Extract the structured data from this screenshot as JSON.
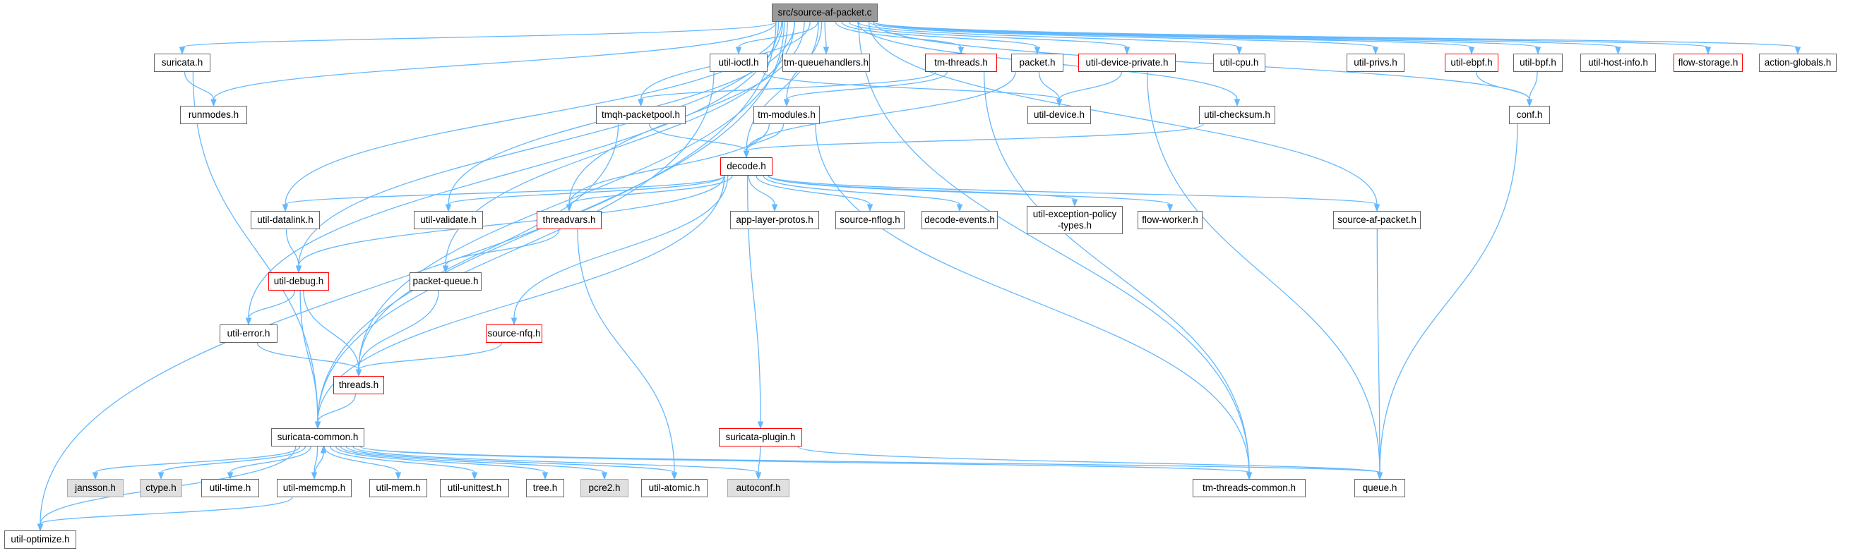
{
  "diagram": {
    "colors": {
      "edge": "#63b8ff",
      "highlight_border": "#ff0000",
      "external_fill": "#e0e0e0",
      "root_fill": "#999999"
    },
    "nodes": [
      {
        "id": "root",
        "label": "src/source-af-packet.c",
        "style": "root"
      },
      {
        "id": "suricata_h",
        "label": "suricata.h",
        "style": "normal"
      },
      {
        "id": "runmodes_h",
        "label": "runmodes.h",
        "style": "normal"
      },
      {
        "id": "util_ioctl_h",
        "label": "util-ioctl.h",
        "style": "normal"
      },
      {
        "id": "tm_queuehandlers_h",
        "label": "tm-queuehandlers.h",
        "style": "normal"
      },
      {
        "id": "tm_threads_h",
        "label": "tm-threads.h",
        "style": "red"
      },
      {
        "id": "packet_h",
        "label": "packet.h",
        "style": "normal"
      },
      {
        "id": "util_device_private_h",
        "label": "util-device-private.h",
        "style": "red"
      },
      {
        "id": "util_cpu_h",
        "label": "util-cpu.h",
        "style": "normal"
      },
      {
        "id": "util_privs_h",
        "label": "util-privs.h",
        "style": "normal"
      },
      {
        "id": "util_ebpf_h",
        "label": "util-ebpf.h",
        "style": "red"
      },
      {
        "id": "util_bpf_h",
        "label": "util-bpf.h",
        "style": "normal"
      },
      {
        "id": "util_host_info_h",
        "label": "util-host-info.h",
        "style": "normal"
      },
      {
        "id": "flow_storage_h",
        "label": "flow-storage.h",
        "style": "red"
      },
      {
        "id": "action_globals_h",
        "label": "action-globals.h",
        "style": "normal"
      },
      {
        "id": "tmqh_packetpool_h",
        "label": "tmqh-packetpool.h",
        "style": "normal"
      },
      {
        "id": "tm_modules_h",
        "label": "tm-modules.h",
        "style": "normal"
      },
      {
        "id": "util_device_h",
        "label": "util-device.h",
        "style": "normal"
      },
      {
        "id": "util_checksum_h",
        "label": "util-checksum.h",
        "style": "normal"
      },
      {
        "id": "conf_h",
        "label": "conf.h",
        "style": "normal"
      },
      {
        "id": "decode_h",
        "label": "decode.h",
        "style": "red"
      },
      {
        "id": "util_datalink_h",
        "label": "util-datalink.h",
        "style": "normal"
      },
      {
        "id": "util_validate_h",
        "label": "util-validate.h",
        "style": "normal"
      },
      {
        "id": "threadvars_h",
        "label": "threadvars.h",
        "style": "red"
      },
      {
        "id": "app_layer_protos_h",
        "label": "app-layer-protos.h",
        "style": "normal"
      },
      {
        "id": "source_nflog_h",
        "label": "source-nflog.h",
        "style": "normal"
      },
      {
        "id": "decode_events_h",
        "label": "decode-events.h",
        "style": "normal"
      },
      {
        "id": "util_exception_policy_types_h",
        "label": "util-exception-policy\n-types.h",
        "style": "normal"
      },
      {
        "id": "flow_worker_h",
        "label": "flow-worker.h",
        "style": "normal"
      },
      {
        "id": "source_af_packet_h",
        "label": "source-af-packet.h",
        "style": "normal"
      },
      {
        "id": "util_debug_h",
        "label": "util-debug.h",
        "style": "red"
      },
      {
        "id": "packet_queue_h",
        "label": "packet-queue.h",
        "style": "normal"
      },
      {
        "id": "util_error_h",
        "label": "util-error.h",
        "style": "normal"
      },
      {
        "id": "source_nfq_h",
        "label": "source-nfq.h",
        "style": "red"
      },
      {
        "id": "threads_h",
        "label": "threads.h",
        "style": "red"
      },
      {
        "id": "suricata_common_h",
        "label": "suricata-common.h",
        "style": "normal"
      },
      {
        "id": "suricata_plugin_h",
        "label": "suricata-plugin.h",
        "style": "red"
      },
      {
        "id": "jansson_h",
        "label": "jansson.h",
        "style": "grey"
      },
      {
        "id": "ctype_h",
        "label": "ctype.h",
        "style": "grey"
      },
      {
        "id": "util_time_h",
        "label": "util-time.h",
        "style": "normal"
      },
      {
        "id": "util_memcmp_h",
        "label": "util-memcmp.h",
        "style": "normal"
      },
      {
        "id": "util_mem_h",
        "label": "util-mem.h",
        "style": "normal"
      },
      {
        "id": "util_unittest_h",
        "label": "util-unittest.h",
        "style": "normal"
      },
      {
        "id": "tree_h",
        "label": "tree.h",
        "style": "normal"
      },
      {
        "id": "pcre2_h",
        "label": "pcre2.h",
        "style": "grey"
      },
      {
        "id": "util_atomic_h",
        "label": "util-atomic.h",
        "style": "normal"
      },
      {
        "id": "autoconf_h",
        "label": "autoconf.h",
        "style": "grey"
      },
      {
        "id": "tm_threads_common_h",
        "label": "tm-threads-common.h",
        "style": "normal"
      },
      {
        "id": "queue_h",
        "label": "queue.h",
        "style": "normal"
      },
      {
        "id": "util_optimize_h",
        "label": "util-optimize.h",
        "style": "normal"
      }
    ],
    "edges": [
      [
        "root",
        "suricata_h"
      ],
      [
        "root",
        "runmodes_h"
      ],
      [
        "root",
        "util_ioctl_h"
      ],
      [
        "root",
        "tm_queuehandlers_h"
      ],
      [
        "root",
        "tm_threads_h"
      ],
      [
        "root",
        "packet_h"
      ],
      [
        "root",
        "util_device_private_h"
      ],
      [
        "root",
        "util_cpu_h"
      ],
      [
        "root",
        "util_privs_h"
      ],
      [
        "root",
        "util_ebpf_h"
      ],
      [
        "root",
        "util_bpf_h"
      ],
      [
        "root",
        "util_host_info_h"
      ],
      [
        "root",
        "flow_storage_h"
      ],
      [
        "root",
        "action_globals_h"
      ],
      [
        "root",
        "conf_h"
      ],
      [
        "root",
        "tmqh_packetpool_h"
      ],
      [
        "root",
        "tm_modules_h"
      ],
      [
        "root",
        "util_checksum_h"
      ],
      [
        "root",
        "decode_h"
      ],
      [
        "root",
        "util_datalink_h"
      ],
      [
        "root",
        "util_validate_h"
      ],
      [
        "root",
        "threadvars_h"
      ],
      [
        "root",
        "source_af_packet_h"
      ],
      [
        "root",
        "util_debug_h"
      ],
      [
        "root",
        "packet_queue_h"
      ],
      [
        "root",
        "util_error_h"
      ],
      [
        "root",
        "threads_h"
      ],
      [
        "root",
        "suricata_common_h"
      ],
      [
        "root",
        "tm_threads_common_h"
      ],
      [
        "root",
        "util_optimize_h"
      ],
      [
        "suricata_h",
        "runmodes_h"
      ],
      [
        "suricata_h",
        "suricata_common_h"
      ],
      [
        "util_ioctl_h",
        "util_device_h"
      ],
      [
        "util_ioctl_h",
        "suricata_common_h"
      ],
      [
        "tm_threads_h",
        "tmqh_packetpool_h"
      ],
      [
        "tm_threads_h",
        "tm_modules_h"
      ],
      [
        "tm_threads_h",
        "tm_threads_common_h"
      ],
      [
        "packet_h",
        "util_device_h"
      ],
      [
        "packet_h",
        "decode_h"
      ],
      [
        "util_device_private_h",
        "util_device_h"
      ],
      [
        "util_device_private_h",
        "queue_h"
      ],
      [
        "util_ebpf_h",
        "conf_h"
      ],
      [
        "util_bpf_h",
        "conf_h"
      ],
      [
        "conf_h",
        "queue_h"
      ],
      [
        "tmqh_packetpool_h",
        "decode_h"
      ],
      [
        "tmqh_packetpool_h",
        "threads_h"
      ],
      [
        "tm_modules_h",
        "decode_h"
      ],
      [
        "tm_modules_h",
        "threadvars_h"
      ],
      [
        "tm_modules_h",
        "tm_threads_common_h"
      ],
      [
        "util_checksum_h",
        "decode_h"
      ],
      [
        "decode_h",
        "util_datalink_h"
      ],
      [
        "decode_h",
        "util_validate_h"
      ],
      [
        "decode_h",
        "threadvars_h"
      ],
      [
        "decode_h",
        "app_layer_protos_h"
      ],
      [
        "decode_h",
        "source_nflog_h"
      ],
      [
        "decode_h",
        "decode_events_h"
      ],
      [
        "decode_h",
        "util_exception_policy_types_h"
      ],
      [
        "decode_h",
        "flow_worker_h"
      ],
      [
        "decode_h",
        "source_af_packet_h"
      ],
      [
        "decode_h",
        "util_debug_h"
      ],
      [
        "decode_h",
        "source_nfq_h"
      ],
      [
        "decode_h",
        "suricata_plugin_h"
      ],
      [
        "decode_h",
        "suricata_common_h"
      ],
      [
        "util_datalink_h",
        "util_debug_h"
      ],
      [
        "threadvars_h",
        "packet_queue_h"
      ],
      [
        "threadvars_h",
        "util_atomic_h"
      ],
      [
        "source_af_packet_h",
        "queue_h"
      ],
      [
        "util_debug_h",
        "util_error_h"
      ],
      [
        "util_debug_h",
        "threads_h"
      ],
      [
        "util_debug_h",
        "suricata_common_h"
      ],
      [
        "packet_queue_h",
        "threads_h"
      ],
      [
        "util_error_h",
        "threads_h"
      ],
      [
        "source_nfq_h",
        "threads_h"
      ],
      [
        "threads_h",
        "suricata_common_h"
      ],
      [
        "suricata_plugin_h",
        "autoconf_h"
      ],
      [
        "suricata_plugin_h",
        "queue_h"
      ],
      [
        "suricata_common_h",
        "jansson_h"
      ],
      [
        "suricata_common_h",
        "ctype_h"
      ],
      [
        "suricata_common_h",
        "util_time_h"
      ],
      [
        "suricata_common_h",
        "util_memcmp_h"
      ],
      [
        "suricata_common_h",
        "util_mem_h"
      ],
      [
        "suricata_common_h",
        "util_unittest_h"
      ],
      [
        "suricata_common_h",
        "tree_h"
      ],
      [
        "suricata_common_h",
        "pcre2_h"
      ],
      [
        "suricata_common_h",
        "util_atomic_h"
      ],
      [
        "suricata_common_h",
        "autoconf_h"
      ],
      [
        "suricata_common_h",
        "tm_threads_common_h"
      ],
      [
        "suricata_common_h",
        "queue_h"
      ],
      [
        "suricata_common_h",
        "util_optimize_h"
      ],
      [
        "util_memcmp_h",
        "suricata_common_h"
      ],
      [
        "util_memcmp_h",
        "util_optimize_h"
      ]
    ]
  }
}
